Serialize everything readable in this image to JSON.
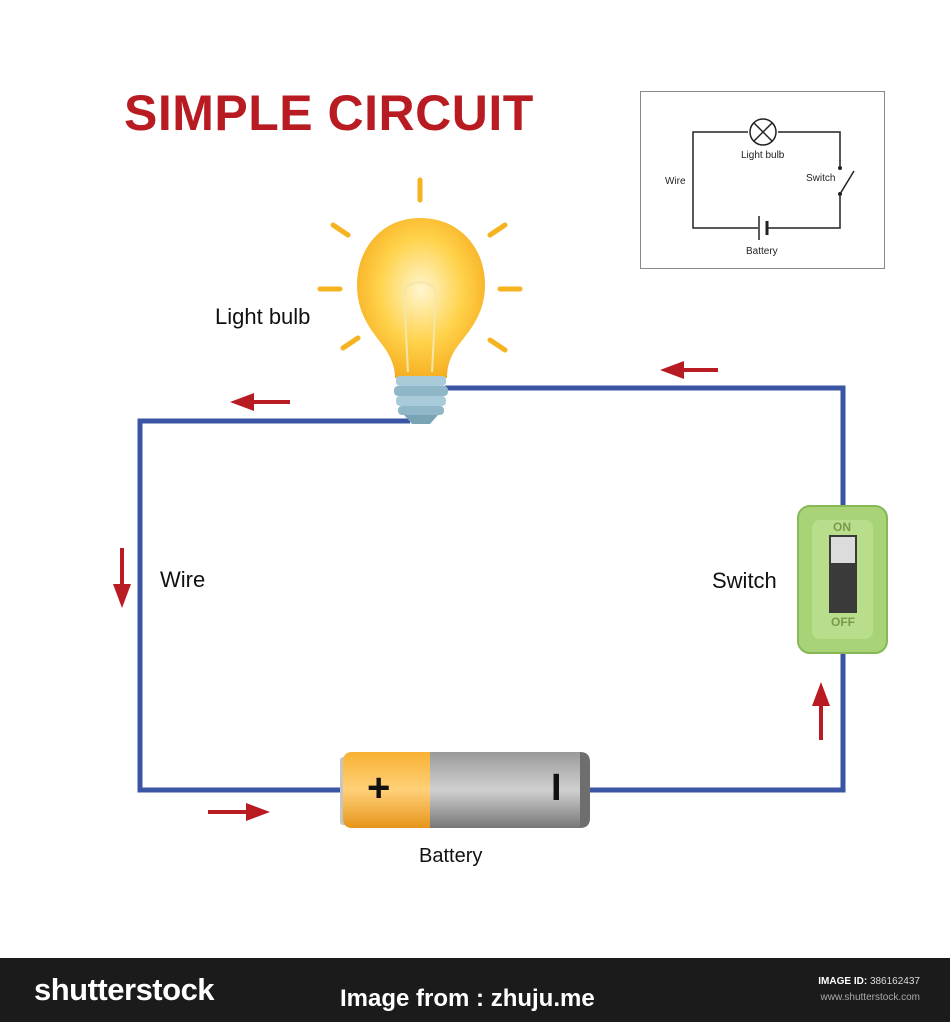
{
  "title": "SIMPLE CIRCUIT",
  "labels": {
    "light_bulb": "Light bulb",
    "wire": "Wire",
    "switch": "Switch",
    "battery": "Battery"
  },
  "switch": {
    "on": "ON",
    "off": "OFF"
  },
  "battery": {
    "positive": "+",
    "negative": "I"
  },
  "schematic": {
    "light_bulb": "Light bulb",
    "wire": "Wire",
    "switch": "Switch",
    "battery": "Battery"
  },
  "footer": {
    "logo": "shutterstock",
    "credit": "Image from : zhuju.me",
    "image_id_label": "IMAGE ID:",
    "image_id": "386162437",
    "site": "www.shutterstock.com"
  },
  "colors": {
    "wire": "#3a55a4",
    "arrow": "#b81c22",
    "title": "#b81c22",
    "bulb": "#ffcc33",
    "switch_body": "#a8d477",
    "battery_positive": "#f5a623",
    "battery_body": "#8a8a8a"
  }
}
